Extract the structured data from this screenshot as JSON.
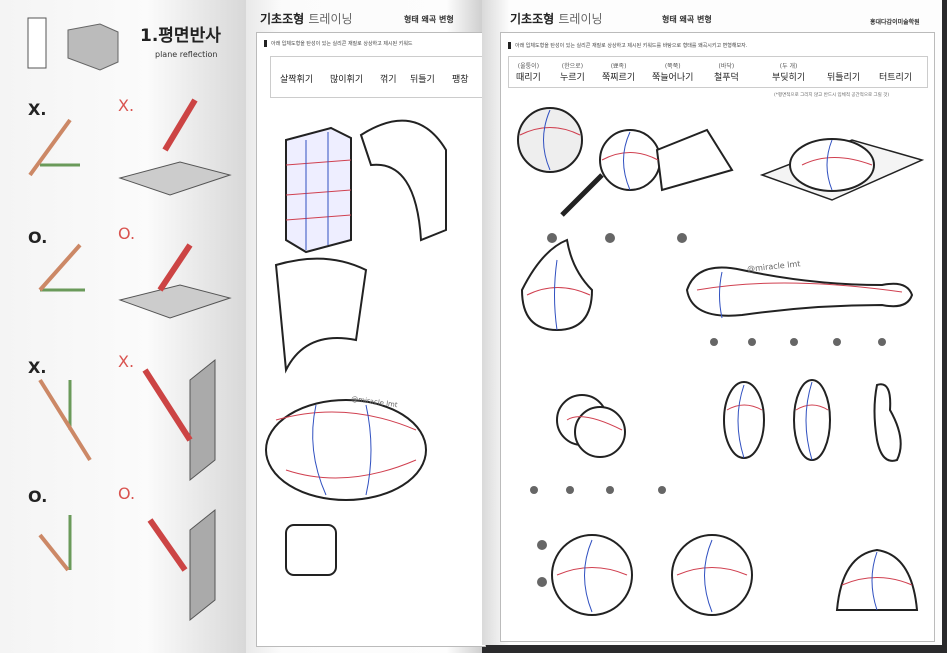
{
  "left_page": {
    "title": "1.평면반사",
    "subtitle": "plane reflection",
    "rows": [
      {
        "left_mark": "X.",
        "right_mark": "X."
      },
      {
        "left_mark": "O.",
        "right_mark": "O."
      },
      {
        "left_mark": "X.",
        "right_mark": "X."
      },
      {
        "left_mark": "O.",
        "right_mark": "O."
      }
    ]
  },
  "middle_page": {
    "header": "기초조형",
    "header_light": "트레이닝",
    "section": "형태 왜곡 변형",
    "instruction": "아래 입체도형을 탄성이 있는 실리콘 재질로 상상하고 제시된 키워드",
    "keywords": [
      "살짝휘기",
      "많이휘기",
      "꺾기",
      "뒤틀기",
      "팽창"
    ],
    "watermark": "@miracle lmt"
  },
  "right_page": {
    "header": "기초조형",
    "header_light": "트레이닝",
    "section": "형태 왜곡 변형",
    "academy": "홍대다감이미술학원",
    "instruction": "아래 입체도형을 탄성이 있는 실리콘 재질로 상상하고 제시된 키워드를 바탕으로 형태를 왜곡시키고 변형해보자.",
    "keywords": [
      {
        "hint": "(울퉁이)",
        "label": "때리기"
      },
      {
        "hint": "(한으로)",
        "label": "누르기"
      },
      {
        "hint": "(뾰족)",
        "label": "쭉찌르기"
      },
      {
        "hint": "(쭉쭉)",
        "label": "쭉늘어나기"
      },
      {
        "hint": "(바닥)",
        "label": "철푸덕"
      },
      {
        "hint": "(두 개)",
        "label": "부딪히기"
      },
      {
        "hint": "",
        "label": "뒤틀리기"
      },
      {
        "hint": "",
        "label": "터트리기"
      }
    ],
    "note": "(*평면적으로 그리지 않고 반드시 입체적 공간적으로 그릴 것)",
    "watermark": "@miracle lmt"
  }
}
